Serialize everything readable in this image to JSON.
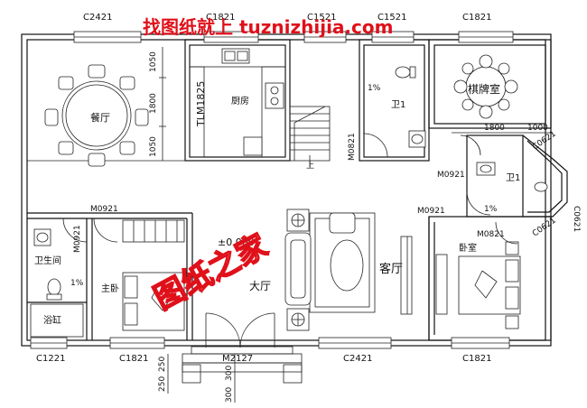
{
  "watermark": {
    "header": "找图纸就上 tuznizhijia.com",
    "stamp": "图纸之家",
    "color": "#e0101a"
  },
  "colors": {
    "line": "#111111",
    "fixture": "#222222",
    "watermark": "#e0101a"
  },
  "rooms": {
    "dining": "餐厅",
    "kitchen": "厨房",
    "toilet_top": "卫1",
    "chess_room": "棋牌室",
    "toilet_right": "卫1",
    "living": "客厅",
    "hall": "大厅",
    "bedroom_right": "卧室",
    "master_bedroom": "主卧",
    "bathroom": "卫生间",
    "bathtub": "浴缸"
  },
  "labels": {
    "cabinet": "TLM1825",
    "stair_up": "上",
    "floor_level": "±0.000",
    "slope_1": "1%",
    "slope_2": "1%",
    "slope_3": "1%"
  },
  "windows": {
    "top_left": "C2421",
    "top_mid": "C1821",
    "top_3": "C1521",
    "top_4": "C1521",
    "top_right": "C1821",
    "bottom_1": "C1221",
    "bottom_2": "C1821",
    "bottom_3": "C2421",
    "bottom_4": "C1821",
    "bay_1": "C0621",
    "bay_2": "C0621",
    "bay_3": "C0621"
  },
  "doors": {
    "d1": "M0821",
    "d2": "M0921",
    "d3": "M0921",
    "d4": "M0921",
    "d5": "M0921",
    "d6": "M0821",
    "main": "M2127"
  },
  "dims": {
    "left_1": "1050",
    "left_2": "1800",
    "left_3": "1050",
    "bay_w": "1800",
    "bay_d": "1000",
    "step_1": "250",
    "step_2": "250",
    "step_3": "300",
    "step_4": "300"
  }
}
